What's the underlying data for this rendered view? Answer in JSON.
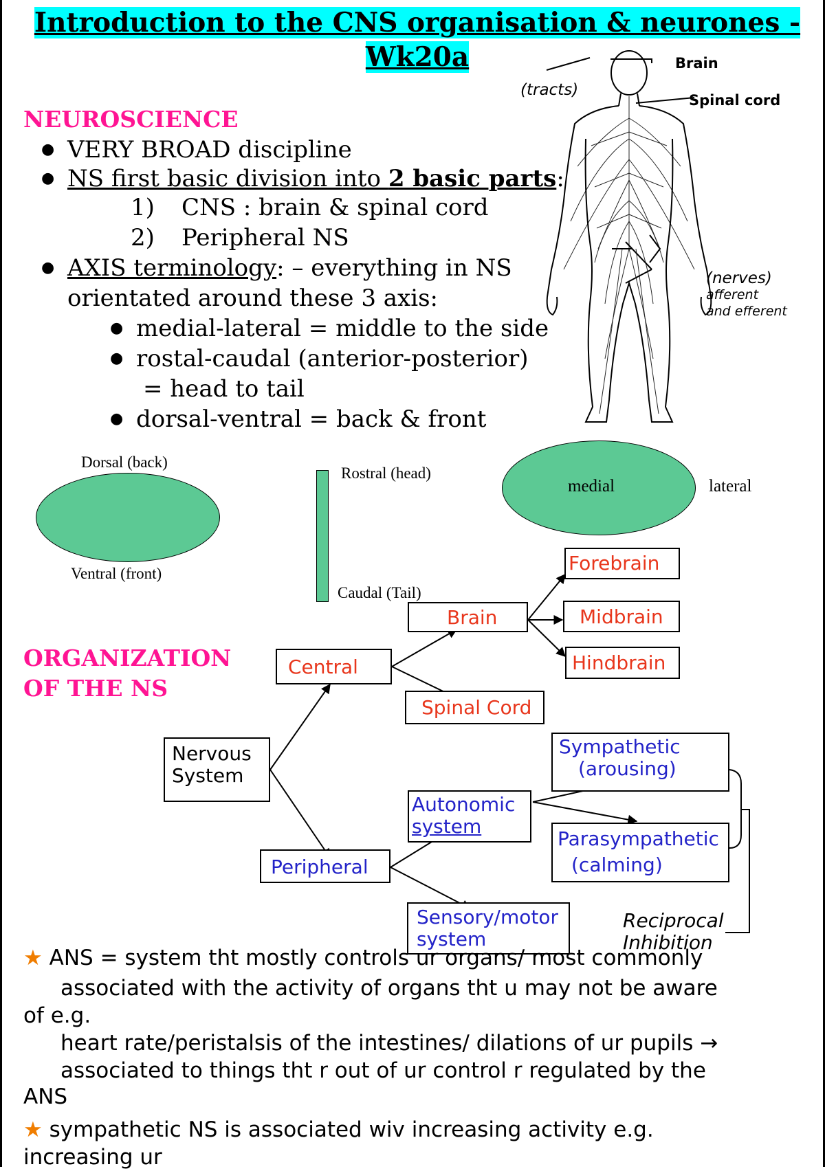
{
  "title": "Introduction to the CNS organisation & neurones -Wk20a",
  "figure": {
    "brain": "Brain",
    "tracts": "(tracts)",
    "spinal_cord": "Spinal cord",
    "nerves": "(nerves)",
    "afferent": "afferent",
    "and_efferent": "and efferent"
  },
  "neuroscience": {
    "heading": "NEUROSCIENCE",
    "b1": "VERY BROAD discipline",
    "b2_pre": "NS first basic division into ",
    "b2_bold": "2 basic parts",
    "b2_post": ":",
    "n1_num": "1)",
    "n1": "CNS : brain & spinal cord",
    "n2_num": "2)",
    "n2": "Peripheral NS",
    "b3_u": "AXIS terminology",
    "b3": ": – everything in NS",
    "b3_cont": "orientated around these 3 axis:",
    "s1": "medial-lateral = middle to the side",
    "s2": "rostal-caudal (anterior-posterior)",
    "s2_cont": "= head to tail",
    "s3": "dorsal-ventral = back & front"
  },
  "axes": {
    "dorsal": "Dorsal (back)",
    "ventral": "Ventral (front)",
    "rostral": "Rostral (head)",
    "caudal": "Caudal (Tail)",
    "medial": "medial",
    "lateral": "lateral"
  },
  "organization": {
    "heading_1": "ORGANIZATION",
    "heading_2": "OF THE NS",
    "nervous_1": "Nervous",
    "nervous_2": "System",
    "central": "Central",
    "peripheral": "Peripheral",
    "brain": "Brain",
    "spinal_cord": "Spinal Cord",
    "forebrain": "Forebrain",
    "midbrain": "Midbrain",
    "hindbrain": "Hindbrain",
    "autonomic_1": "Autonomic",
    "autonomic_2": "system",
    "sensory_1": "Sensory/motor",
    "sensory_2": "system",
    "sympathetic_1": "Sympathetic",
    "sympathetic_2": "(arousing)",
    "parasympathetic_1": "Parasympathetic",
    "parasympathetic_2": "(calming)",
    "reciprocal_1": "Reciprocal",
    "reciprocal_2": "Inhibition"
  },
  "notes": {
    "star": "★",
    "p1_l1": "ANS = system tht mostly controls ur organs/ most commonly",
    "p1_l2": "associated with the activity of organs tht u may not be aware",
    "p1_l3": "of e.g.",
    "p1_l4": "heart rate/peristalsis of the intestines/ dilations of ur pupils →",
    "p1_l5": "associated to things tht r out of ur control r regulated by the",
    "p1_l6": "ANS",
    "p2_l1": "sympathetic NS is associated wiv increasing activity e.g.",
    "p2_l2": "increasing ur"
  },
  "colors": {
    "title_highlight": "#00ffff",
    "heading_pink": "#ff1493",
    "ellipse_green": "#5cc994",
    "box_red": "#e8361c",
    "box_blue": "#2323c8",
    "star_orange": "#f07d00"
  }
}
